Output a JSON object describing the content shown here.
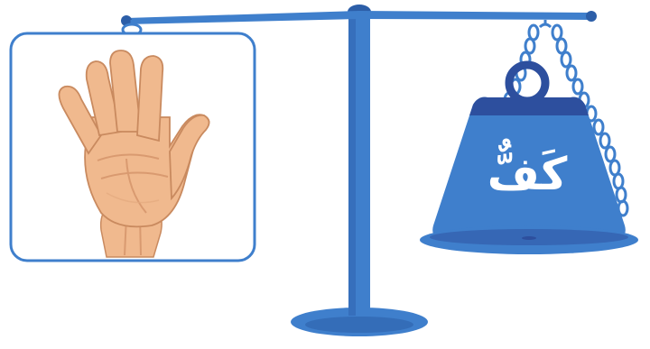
{
  "weight": {
    "word": "كَفٌّ"
  },
  "illustration": {
    "left_pan": "hand-image",
    "right_pan": "weight-icon",
    "stand": "balance-scale"
  },
  "colors": {
    "scale_blue": "#3f7fcc",
    "scale_dark": "#2c5ea8",
    "weight_blue": "#3f7fcc",
    "weight_dark": "#2d4f9e",
    "frame_border": "#3f7fcc",
    "skin": "#f0b98e",
    "skin_shadow": "#d99a70"
  }
}
